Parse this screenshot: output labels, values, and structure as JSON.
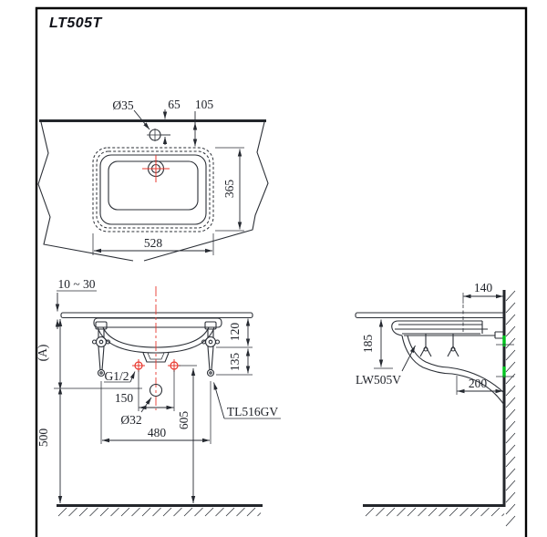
{
  "title": "LT505T",
  "colors": {
    "accent_red": "#e8372e",
    "accent_green": "#00c41e",
    "line": "#2b2f36"
  },
  "plan_view": {
    "label_faucet_hole": "Ø35",
    "dim_hole_from_wall": "65",
    "dim_basin_from_wall": "105",
    "dim_basin_depth": "365",
    "dim_basin_width": "528"
  },
  "front_view": {
    "dim_counter_thickness": "10 ~ 30",
    "dim_install_height": "(A)",
    "label_supply_thread": "G1/2",
    "dim_supply_spacing": "150",
    "label_drain_dia": "Ø32",
    "dim_valve_spacing": "480",
    "dim_floor_to_supply": "605",
    "dim_floor_to_drain": "500",
    "dim_rim_to_hanger": "120",
    "dim_hanger_to_valve": "135",
    "label_valve_model": "TL516GV"
  },
  "side_view": {
    "dim_hole_from_wall": "140",
    "dim_counter_to_base": "185",
    "label_basin_model": "LW505V",
    "dim_trap_from_wall": "200"
  }
}
